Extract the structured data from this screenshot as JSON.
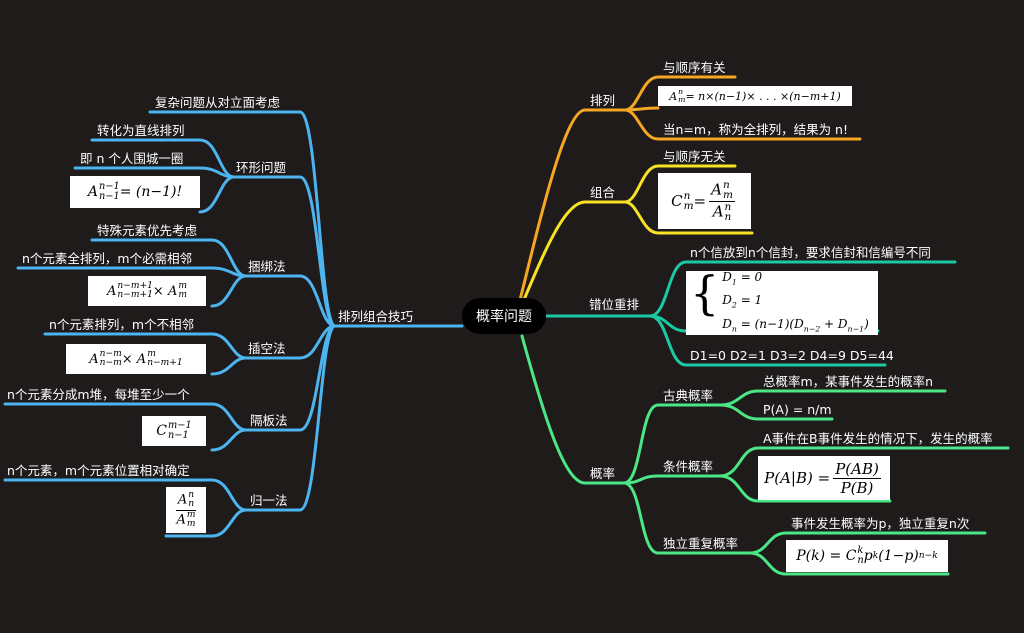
{
  "root": "概率问题",
  "colors": {
    "orange": "#f5a623",
    "yellow": "#f7e225",
    "teal": "#1cc9a4",
    "green": "#4be685",
    "blue": "#4cb4ee"
  },
  "right": {
    "pailie": {
      "label": "排列",
      "items": [
        "与顺序有关",
        "当n=m，称为全排列，结果为 n!"
      ]
    },
    "zuhe": {
      "label": "组合",
      "items": [
        "与顺序无关"
      ]
    },
    "cuowei": {
      "label": "错位重排",
      "items": [
        "n个信放到n个信封，要求信封和信编号不同",
        "D1=0 D2=1 D3=2 D4=9 D5=44"
      ]
    },
    "gailv": {
      "label": "概率",
      "gudian": {
        "label": "古典概率",
        "items": [
          "总概率m，某事件发生的概率n",
          "P(A) = n/m"
        ]
      },
      "tiaojian": {
        "label": "条件概率",
        "items": [
          "A事件在B事件发生的情况下，发生的概率"
        ]
      },
      "duli": {
        "label": "独立重复概率",
        "items": [
          "事件发生概率为p，独立重复n次"
        ]
      }
    }
  },
  "left": {
    "label": "排列组合技巧",
    "fuza": "复杂问题从对立面考虑",
    "huanxing": {
      "label": "环形问题",
      "items": [
        "转化为直线排列",
        "即 n 个人围城一圈"
      ]
    },
    "kunbang": {
      "label": "捆绑法",
      "items": [
        "特殊元素优先考虑",
        "n个元素全排列，m个必需相邻"
      ]
    },
    "chakong": {
      "label": "插空法",
      "items": [
        "n个元素排列，m个不相邻"
      ]
    },
    "geban": {
      "label": "隔板法",
      "items": [
        "n个元素分成m堆，每堆至少一个"
      ]
    },
    "guiyi": {
      "label": "归一法",
      "items": [
        "n个元素，m个元素位置相对确定"
      ]
    }
  }
}
